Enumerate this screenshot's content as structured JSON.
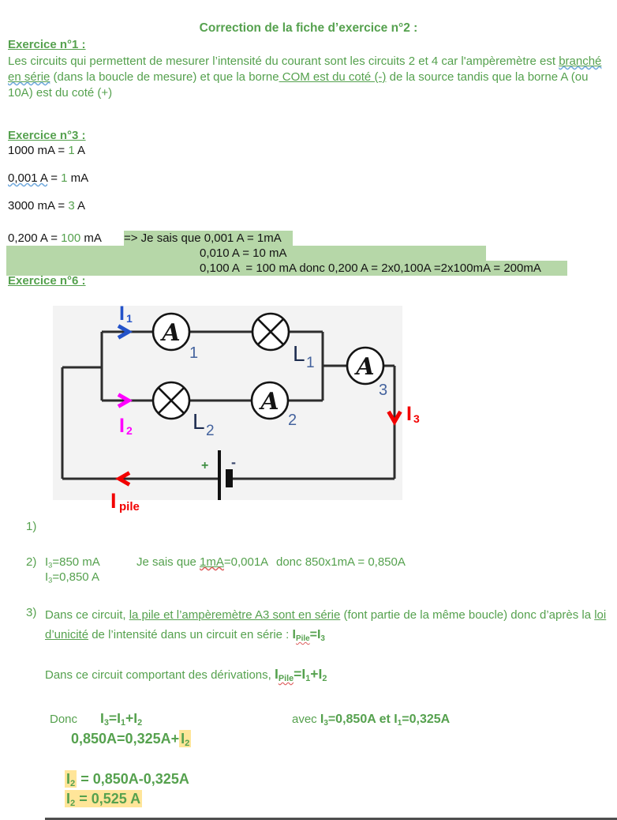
{
  "doc": {
    "title": "Correction de la fiche d’exercice n°2 :",
    "ex1": {
      "heading": "Exercice n°1 :",
      "seg1": "Les circuits qui permettent de mesurer l’intensité du courant sont les circuits 2 et 4 car l'ampèremètre est ",
      "u1": "branché en série",
      "seg2": " (dans la boucle de mesure) et que la borne",
      "u2": " COM est du coté (-)",
      "seg3": " de la source tandis que la borne A (ou 10A) est du coté (+)"
    },
    "ex3": {
      "heading": "Exercice n°3 :",
      "lines": [
        {
          "pre": "1000 mA = ",
          "val": "1",
          "post": " A"
        },
        {
          "pre": "0,001 A",
          "mid": " = ",
          "val": "1",
          "post": " mA"
        },
        {
          "pre": "3000 mA = ",
          "val": "3",
          "post": " A"
        },
        {
          "pre": "0,200 A = ",
          "val": "100",
          "post": " mA"
        }
      ],
      "notes": [
        "=> Je sais que 0,001 A = 1mA",
        "0,010 A = 10 mA",
        "0,100 A  = 100 mA donc 0,200 A = 2x0,100A =2x100mA = 200mA"
      ]
    },
    "ex6": {
      "heading": "Exercice n°6 :",
      "diagram": {
        "i1": {
          "main": "I",
          "sub": "1"
        },
        "i2": {
          "main": "I",
          "sub": "2"
        },
        "i3": {
          "main": "I",
          "sub": "3"
        },
        "ipile": {
          "main": "I",
          "sub": "pile"
        },
        "a1": {
          "letter": "A",
          "sub": "1"
        },
        "a2": {
          "letter": "A",
          "sub": "2"
        },
        "a3": {
          "letter": "A",
          "sub": "3"
        },
        "l1": {
          "letter": "L",
          "sub": "1"
        },
        "l2": {
          "letter": "L",
          "sub": "2"
        },
        "battery": {
          "plus": "+",
          "minus": "-"
        }
      }
    },
    "q1": "1)",
    "q2": {
      "num": "2)",
      "f1": {
        "i": "I",
        "sub": "3",
        "rest": "=850 mA"
      },
      "jesais": "Je sais que ",
      "wavy": "1mA",
      "after": "=0,001A",
      "donc": "donc 850x1mA = 0,850A",
      "f2": {
        "i": "I",
        "sub": "3",
        "rest": "=0,850 A"
      }
    },
    "q3": {
      "num": "3)",
      "seg1": "Dans ce circuit, ",
      "u1": "la pile et l’ampèremètre A3 sont en série",
      "seg2": " (font partie de la même boucle) donc d’après la ",
      "u2": "loi d’unicité",
      "seg3": " de l’intensité dans un circuit en série : ",
      "fpile3": {
        "i": "I",
        "sub": "Pile",
        "eq": "=I",
        "sub2": "3"
      },
      "deriv_pre": "Dans ce circuit comportant des dérivations, ",
      "fderiv": {
        "i": "I",
        "sub": "Pile",
        "eq": "=I",
        "s1": "1",
        "plus": "+I",
        "s2": "2"
      }
    },
    "calc": {
      "donc": "Donc",
      "f1": {
        "i1": "I",
        "s1": "3",
        "eq": "=I",
        "s2": "1",
        "plus": "+I",
        "s3": "2"
      },
      "avec_pre": "avec ",
      "avec": {
        "i1": "I",
        "s1": "3",
        "mid": "=0,850A et I",
        "s2": "1",
        "end": "=0,325A"
      },
      "line2": {
        "pre": "0,850A=0,325A+",
        "i": "I",
        "sub": "2"
      },
      "res1": {
        "i": "I",
        "sub": "2",
        "rest": " = 0,850A-0,325A"
      },
      "res2": {
        "i": "I",
        "sub": "2",
        "rest": " = 0,525 A"
      }
    },
    "colors": {
      "text_green": "#55a14e",
      "highlight_green": "#b6d7a8",
      "highlight_yellow": "#ffe599",
      "arrow_blue": "#2453c9",
      "arrow_magenta": "#ff00ff",
      "arrow_red": "#f20000",
      "spellcheck_blue": "#6fa8dc",
      "spellcheck_red": "#dd5f5f",
      "component_sub_blue": "#44639e"
    }
  }
}
